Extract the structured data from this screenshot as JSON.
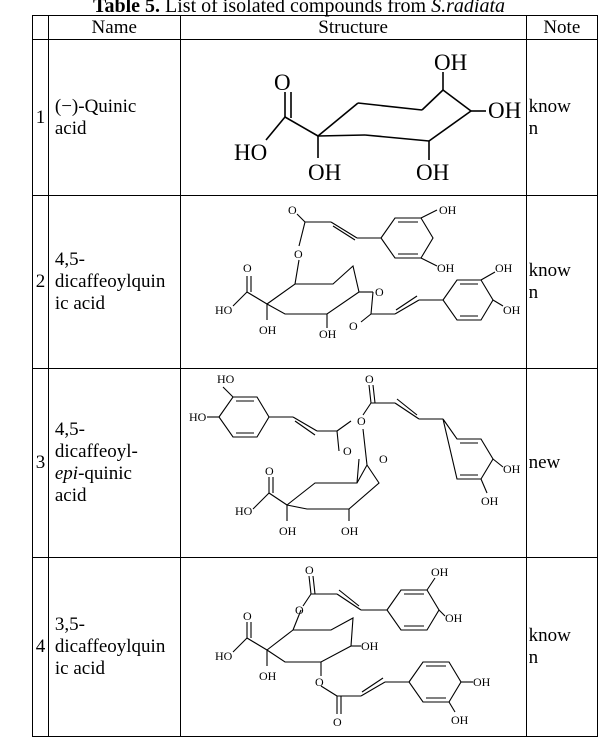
{
  "caption": {
    "label": "Table 5.",
    "text": "List of isolated compounds from ",
    "species": "S.radiata"
  },
  "headers": [
    "",
    "Name",
    "Structure",
    "Note"
  ],
  "rows": [
    {
      "index": "1",
      "name_lines": [
        "(−)-Quinic",
        "acid"
      ],
      "note_lines": [
        "know",
        "n"
      ],
      "structure_labels": [
        "O",
        "HO",
        "OH",
        "OH",
        "OH",
        "OH"
      ]
    },
    {
      "index": "2",
      "name_lines": [
        "4,5-",
        "dicaffeoylquin",
        "ic acid"
      ],
      "note_lines": [
        "know",
        "n"
      ],
      "structure_labels": [
        "O",
        "O",
        "OH",
        "OH",
        "O",
        "O",
        "HO",
        "OH",
        "OH",
        "O",
        "OH",
        "OH"
      ]
    },
    {
      "index": "3",
      "name_lines": [
        "4,5-",
        "dicaffeoyl-",
        "epi",
        "-quinic",
        "acid"
      ],
      "note_lines": [
        "new"
      ],
      "structure_labels": [
        "HO",
        "HO",
        "O",
        "O",
        "O",
        "O",
        "O",
        "HO",
        "OH",
        "OH",
        "OH",
        "OH"
      ]
    },
    {
      "index": "4",
      "name_lines": [
        "3,5-",
        "dicaffeoylquin",
        "ic acid"
      ],
      "note_lines": [
        "know",
        "n"
      ],
      "structure_labels": [
        "O",
        "O",
        "OH",
        "OH",
        "O",
        "HO",
        "OH",
        "OH",
        "O",
        "O",
        "OH",
        "OH"
      ]
    }
  ]
}
